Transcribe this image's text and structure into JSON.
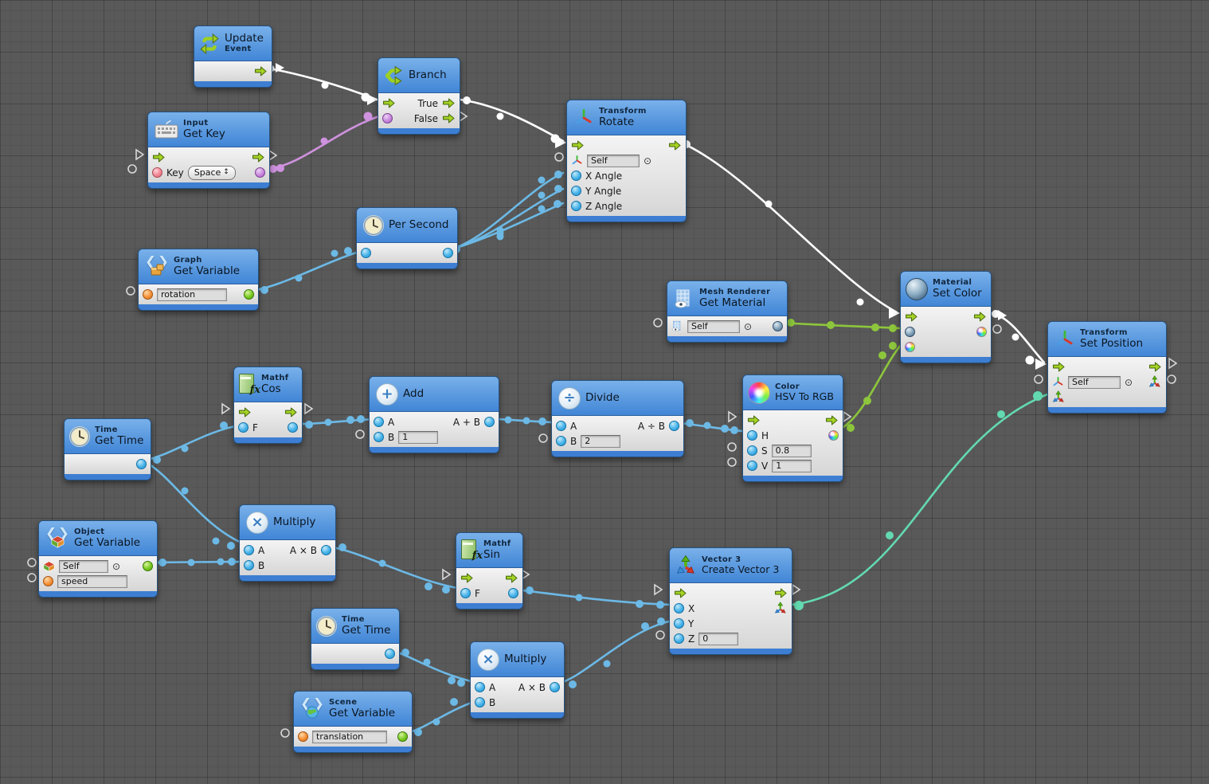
{
  "canvas": {
    "background": "#595959",
    "grid_minor": "#525252",
    "grid_major": "#4a4a4a"
  },
  "colors": {
    "flow_edge": "#ffffff",
    "value_edge": "#6cb9e6",
    "purple_edge": "#cf92de",
    "green_edge": "#8dc63c",
    "teal_edge": "#63d9b0",
    "header_blue": "#4186d6",
    "node_body": "#e6e6e6",
    "flow_arrow": "#a6d324",
    "port_blue": "#47b2e8",
    "port_green": "#79c920",
    "port_orange": "#f5913a",
    "port_pink": "#f28694",
    "port_purple": "#c887dc"
  },
  "ui": {
    "target_glyph": "⊙",
    "updown_glyph": "↕"
  },
  "nodes": {
    "update": {
      "title": "Update",
      "subtitle": "Event"
    },
    "branch": {
      "title": "Branch",
      "true_label": "True",
      "false_label": "False"
    },
    "get_key": {
      "category": "Input",
      "title": "Get Key",
      "key_label": "Key",
      "key_value": "Space"
    },
    "rotate": {
      "category": "Transform",
      "title": "Rotate",
      "self_value": "Self",
      "x_label": "X Angle",
      "y_label": "Y Angle",
      "z_label": "Z Angle"
    },
    "per_second": {
      "title": "Per Second"
    },
    "graph_var": {
      "category": "Graph",
      "title": "Get Variable",
      "name_value": "rotation"
    },
    "get_material": {
      "category": "Mesh Renderer",
      "title": "Get Material",
      "self_value": "Self"
    },
    "set_color": {
      "category": "Material",
      "title": "Set Color"
    },
    "set_position": {
      "category": "Transform",
      "title": "Set Position",
      "self_value": "Self"
    },
    "cos": {
      "category": "Mathf",
      "title": "Cos",
      "fx": "fx",
      "f_label": "F"
    },
    "add": {
      "title": "Add",
      "a_label": "A",
      "b_label": "B",
      "out_label": "A + B",
      "b_value": "1"
    },
    "divide": {
      "title": "Divide",
      "a_label": "A",
      "b_label": "B",
      "out_label": "A ÷ B",
      "b_value": "2"
    },
    "hsv": {
      "category": "Color",
      "title": "HSV To RGB",
      "h_label": "H",
      "s_label": "S",
      "v_label": "V",
      "s_value": "0.8",
      "v_value": "1"
    },
    "get_time_a": {
      "category": "Time",
      "title": "Get Time"
    },
    "object_var": {
      "category": "Object",
      "title": "Get Variable",
      "self_value": "Self",
      "name_value": "speed"
    },
    "multiply_a": {
      "title": "Multiply",
      "a_label": "A",
      "b_label": "B",
      "out_label": "A × B"
    },
    "sin": {
      "category": "Mathf",
      "title": "Sin",
      "fx": "fx",
      "f_label": "F"
    },
    "get_time_b": {
      "category": "Time",
      "title": "Get Time"
    },
    "multiply_b": {
      "title": "Multiply",
      "a_label": "A",
      "b_label": "B",
      "out_label": "A × B"
    },
    "scene_var": {
      "category": "Scene",
      "title": "Get Variable",
      "name_value": "translation"
    },
    "vector3": {
      "category": "Vector 3",
      "title": "Create Vector 3",
      "x_label": "X",
      "y_label": "Y",
      "z_label": "Z",
      "z_value": "0"
    }
  },
  "edges": [
    {
      "from": "update.exit",
      "to": "branch.enter",
      "type": "flow"
    },
    {
      "from": "branch.true",
      "to": "rotate.enter",
      "type": "flow"
    },
    {
      "from": "rotate.exit",
      "to": "set_color.enter",
      "type": "flow"
    },
    {
      "from": "set_color.exit",
      "to": "set_position.enter",
      "type": "flow"
    },
    {
      "from": "get_key.value",
      "to": "branch.condition",
      "type": "value-bool"
    },
    {
      "from": "graph_var.value",
      "to": "per_second.input",
      "type": "value-number"
    },
    {
      "from": "per_second.output",
      "to": "rotate.x_angle",
      "type": "value-number"
    },
    {
      "from": "per_second.output",
      "to": "rotate.y_angle",
      "type": "value-number"
    },
    {
      "from": "per_second.output",
      "to": "rotate.z_angle",
      "type": "value-number"
    },
    {
      "from": "get_time_a.value",
      "to": "cos.f",
      "type": "value-number"
    },
    {
      "from": "get_time_a.value",
      "to": "multiply_a.a",
      "type": "value-number"
    },
    {
      "from": "object_var.value",
      "to": "multiply_a.b",
      "type": "value-number"
    },
    {
      "from": "cos.result",
      "to": "add.a",
      "type": "value-number"
    },
    {
      "from": "add.sum",
      "to": "divide.a",
      "type": "value-number"
    },
    {
      "from": "divide.quotient",
      "to": "hsv.h",
      "type": "value-number"
    },
    {
      "from": "multiply_a.product",
      "to": "sin.f",
      "type": "value-number"
    },
    {
      "from": "sin.result",
      "to": "vector3.x",
      "type": "value-number"
    },
    {
      "from": "multiply_b.product",
      "to": "vector3.y",
      "type": "value-number"
    },
    {
      "from": "get_time_b.value",
      "to": "multiply_b.a",
      "type": "value-number"
    },
    {
      "from": "scene_var.value",
      "to": "multiply_b.b",
      "type": "value-number"
    },
    {
      "from": "get_material.value",
      "to": "set_color.material",
      "type": "value-material"
    },
    {
      "from": "hsv.color",
      "to": "set_color.color",
      "type": "value-color"
    },
    {
      "from": "vector3.vector",
      "to": "set_position.position",
      "type": "value-vector3"
    }
  ]
}
